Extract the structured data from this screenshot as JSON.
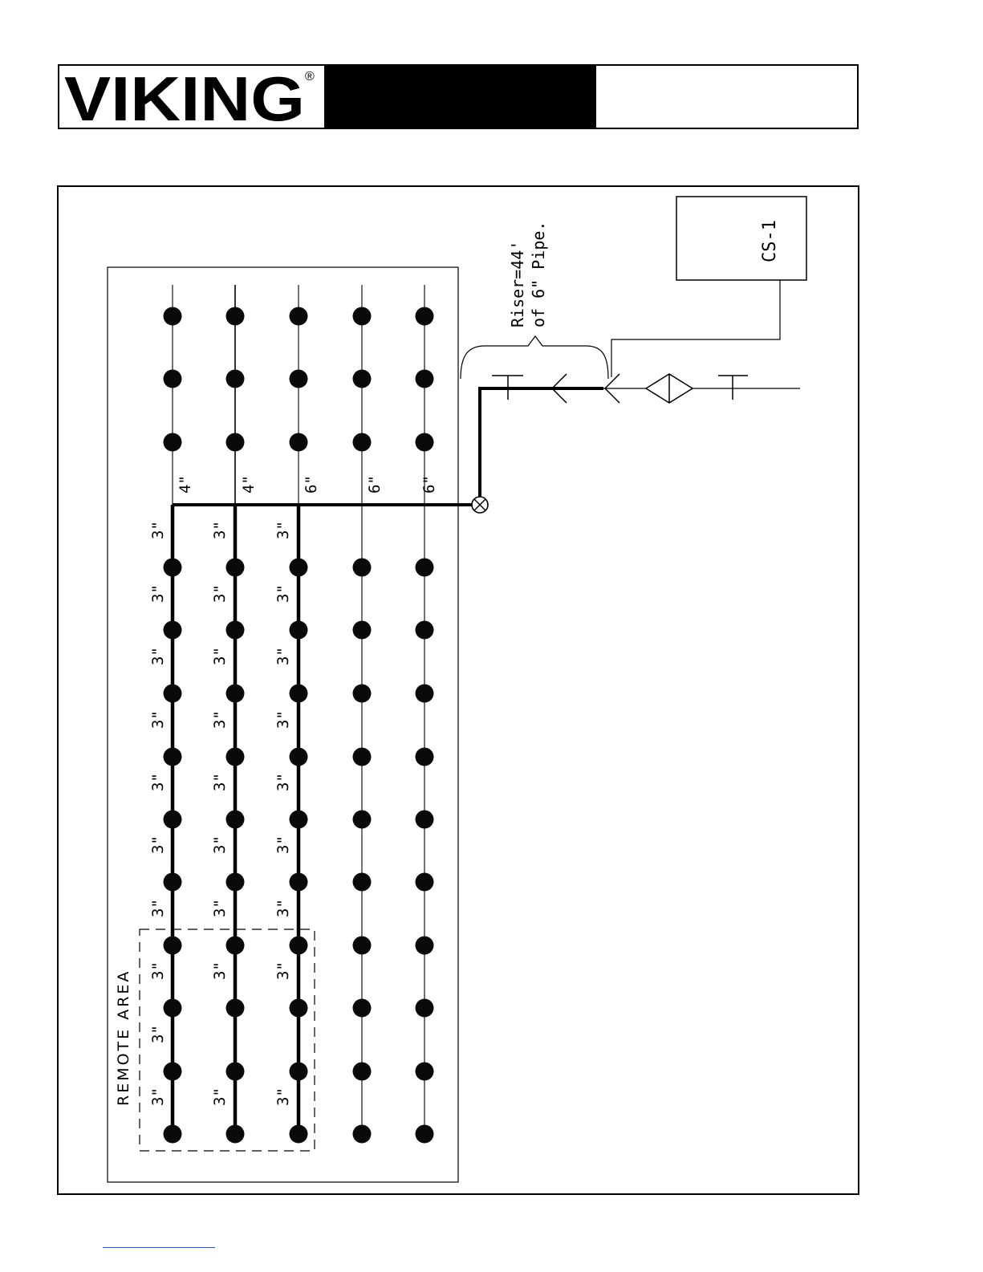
{
  "header": {
    "brand": "VIKING",
    "registered_mark": "®"
  },
  "diagram": {
    "riser_note_line1": "Riser=44'",
    "riser_note_line2": "of 6\" Pipe.",
    "supply_box_label": "CS-1",
    "remote_area_label": "REMOTE AREA",
    "main_size_labels": [
      "4\"",
      "4\"",
      "6\"",
      "6\"",
      "6\""
    ],
    "branch_size_label": "3\"",
    "branch_lines": 5,
    "heads_north_of_main": 3,
    "heads_south_of_main": 10,
    "hydraulic_branches": 3,
    "remote_area_heads_per_branch": 4
  }
}
